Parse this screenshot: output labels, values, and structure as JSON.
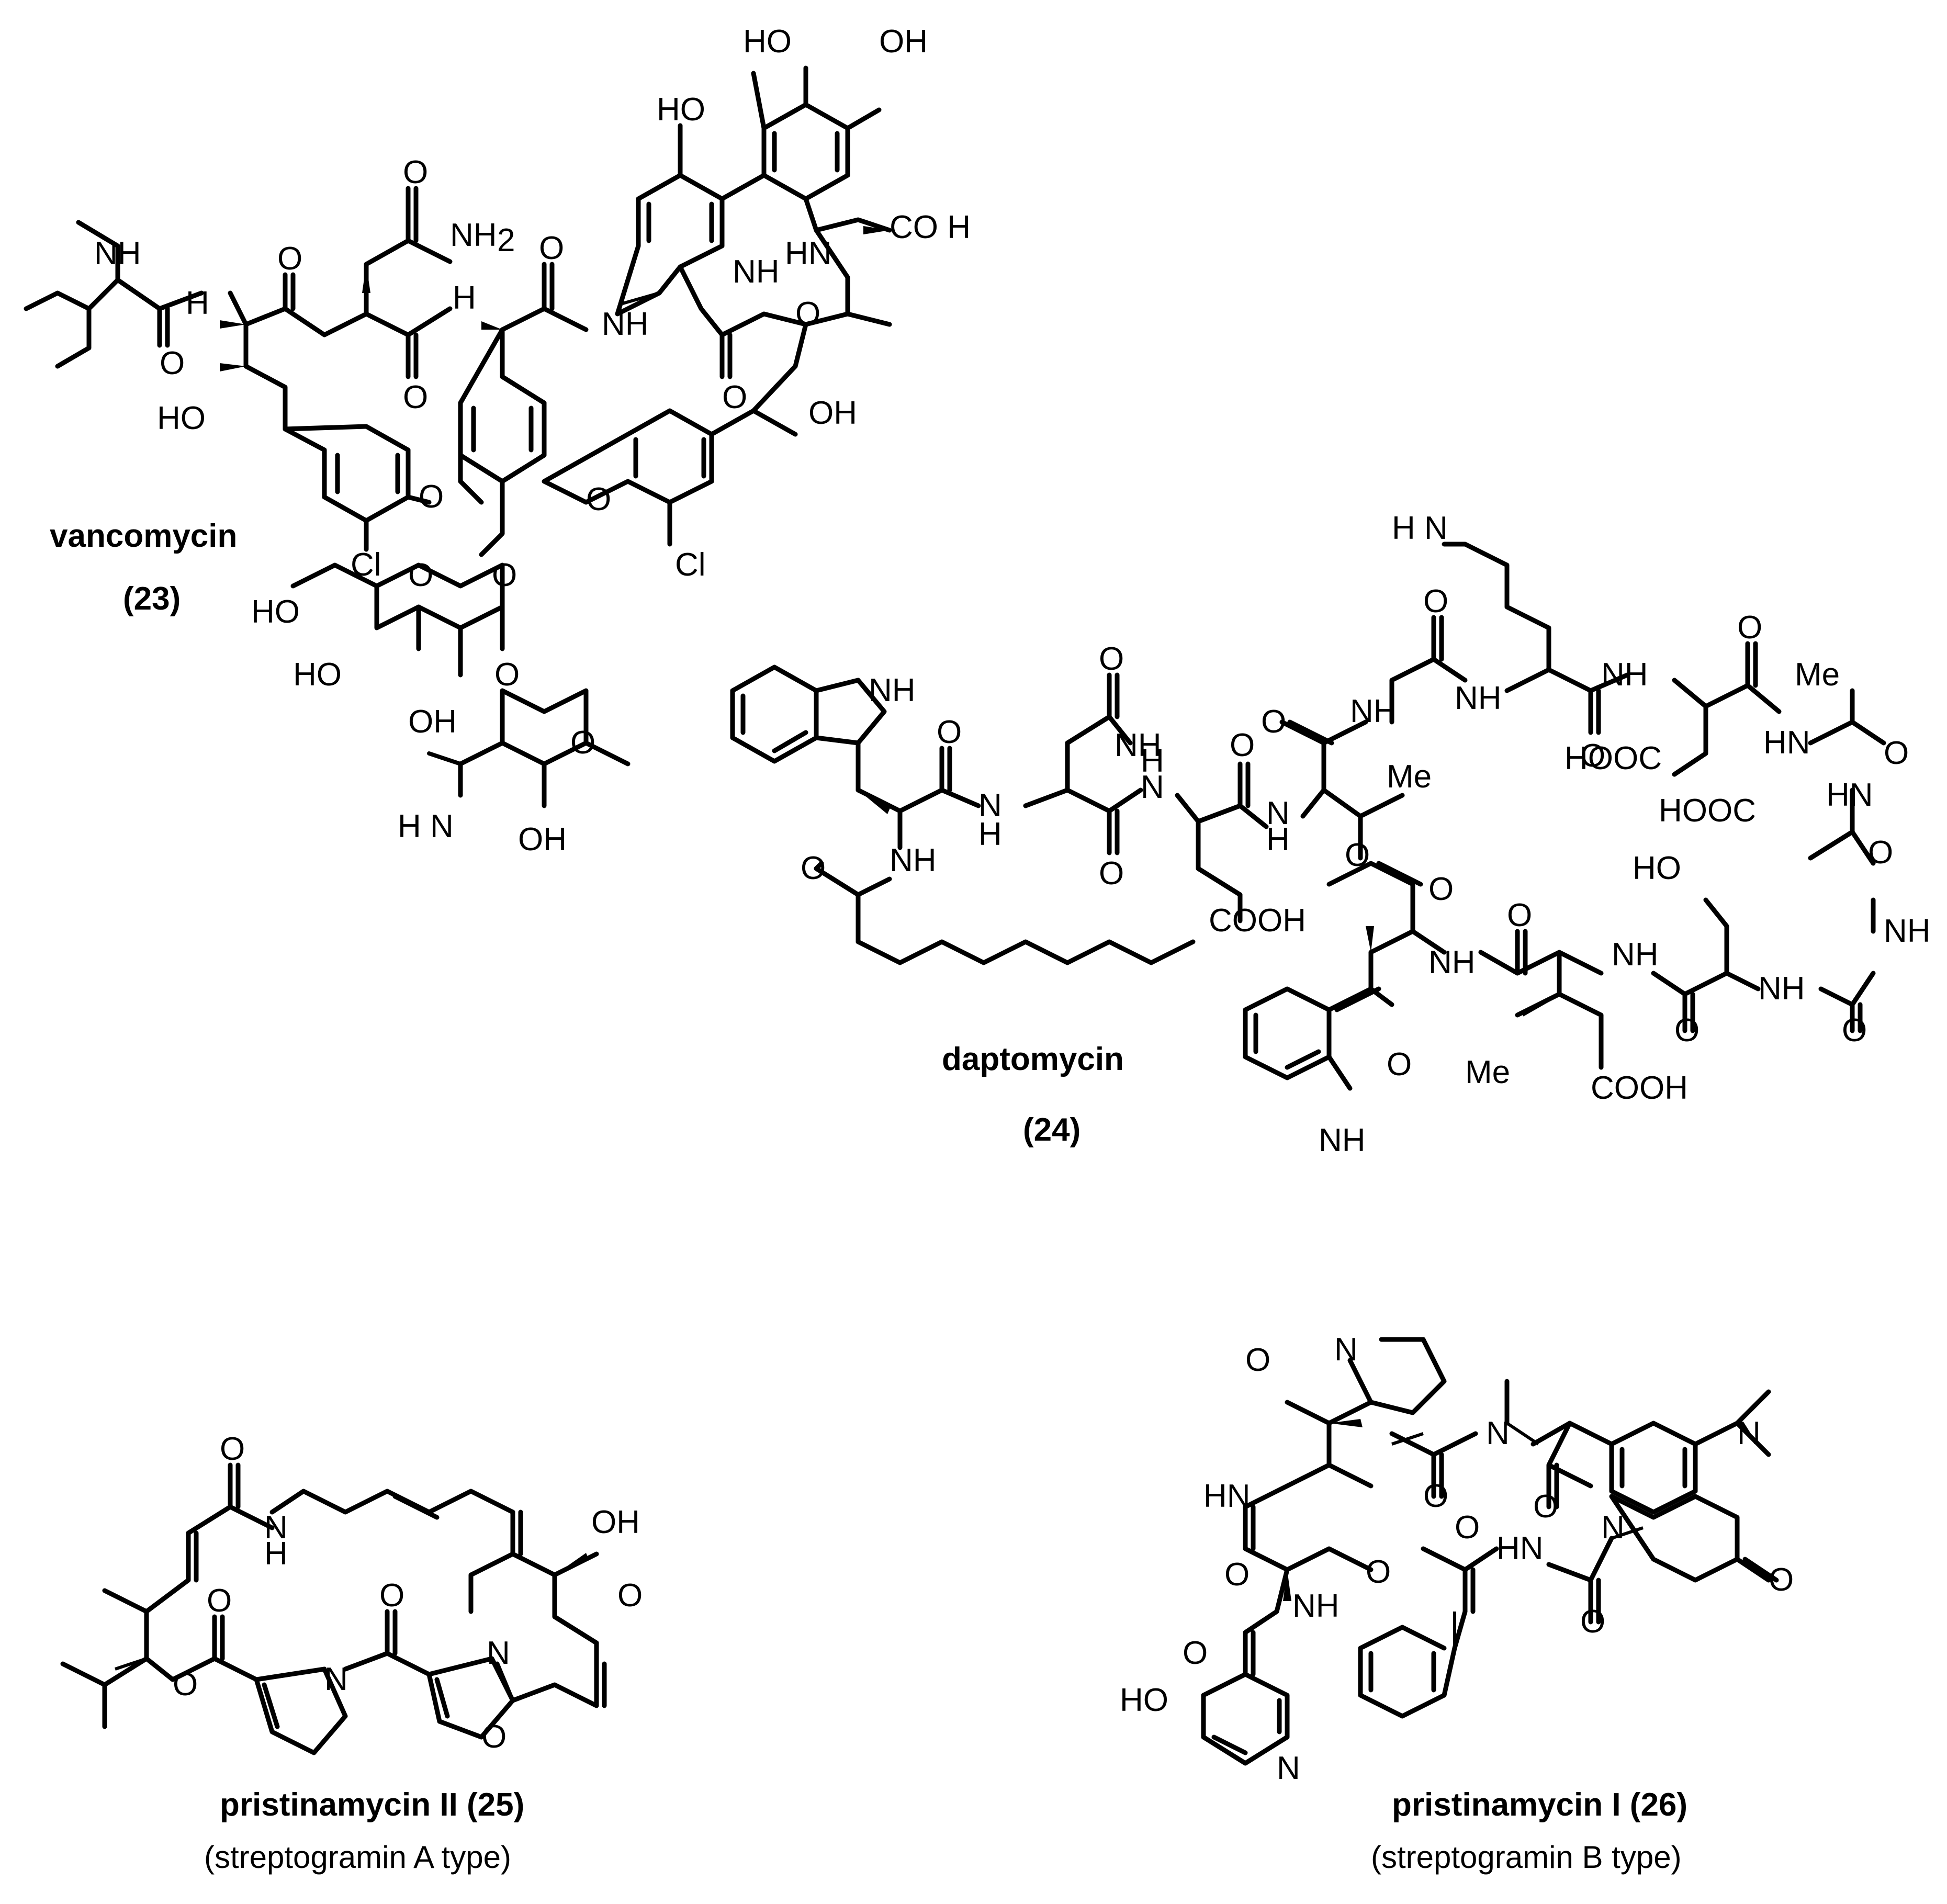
{
  "compounds": {
    "vancomycin": {
      "name": "vancomycin",
      "number": "(23)"
    },
    "daptomycin": {
      "name": "daptomycin",
      "number": "(24)"
    },
    "pristinamycin_ii": {
      "name": "pristinamycin II  (25)",
      "subtitle": "(streptogramin A type)"
    },
    "pristinamycin_i": {
      "name": "pristinamycin I  (26)",
      "subtitle": "(streptogramin B type)"
    }
  },
  "atom_labels": {
    "HO": "HO",
    "OH": "OH",
    "O": "O",
    "N": "N",
    "NH": "NH",
    "HN": "HN",
    "H": "H",
    "NH2": "NH",
    "H2N": "H N",
    "CO2H": "CO H",
    "COOH": "COOH",
    "HOOC": "HOOC",
    "Cl": "Cl",
    "Me": "Me",
    "sub2": "2"
  }
}
